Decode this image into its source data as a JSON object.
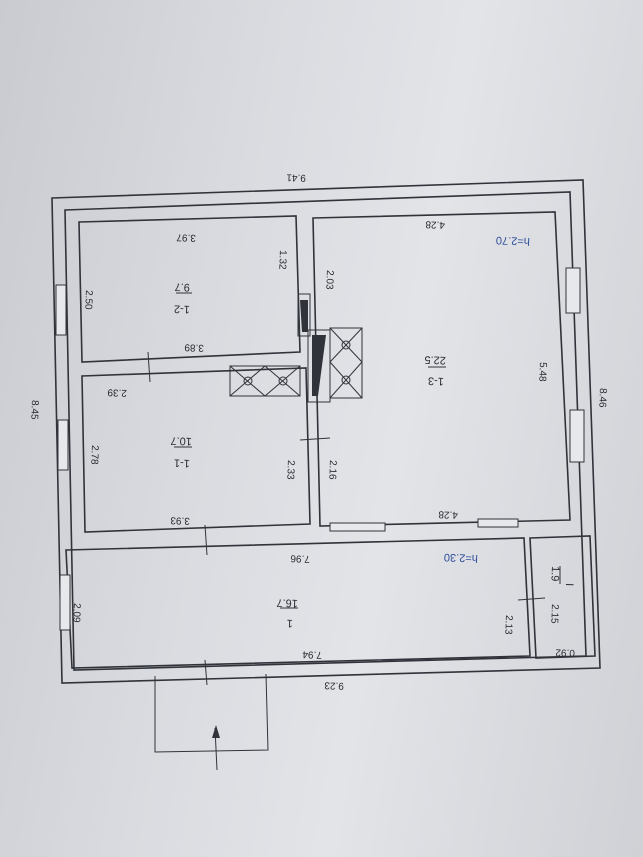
{
  "plan": {
    "overall": {
      "top": "9.41",
      "bottom": "9.23",
      "left": "8.45",
      "right": "8.46"
    },
    "room_1_3": {
      "number": "1-3",
      "area": "22.5",
      "top": "4.28",
      "bottom": "4.28",
      "right": "5.48",
      "left": "2.03",
      "left_lower": "2.16",
      "height": "h=2.70"
    },
    "room_1_2": {
      "number": "1-2",
      "area": "9.7",
      "top": "3.97",
      "bottom": "3.89",
      "left": "2.50",
      "right": "1.32"
    },
    "room_1_1": {
      "number": "1-1",
      "area": "10.7",
      "top": "2.39",
      "bottom": "3.93",
      "left": "2.78",
      "right": "2.33"
    },
    "room_1": {
      "number": "1",
      "area": "16.7",
      "top": "7.96",
      "bottom": "7.94",
      "left": "2.09",
      "right": "2.13",
      "height": "h=2.30"
    },
    "room_small": {
      "number": "I",
      "area": "1.9",
      "width": "0.92",
      "length": "2.15"
    }
  }
}
